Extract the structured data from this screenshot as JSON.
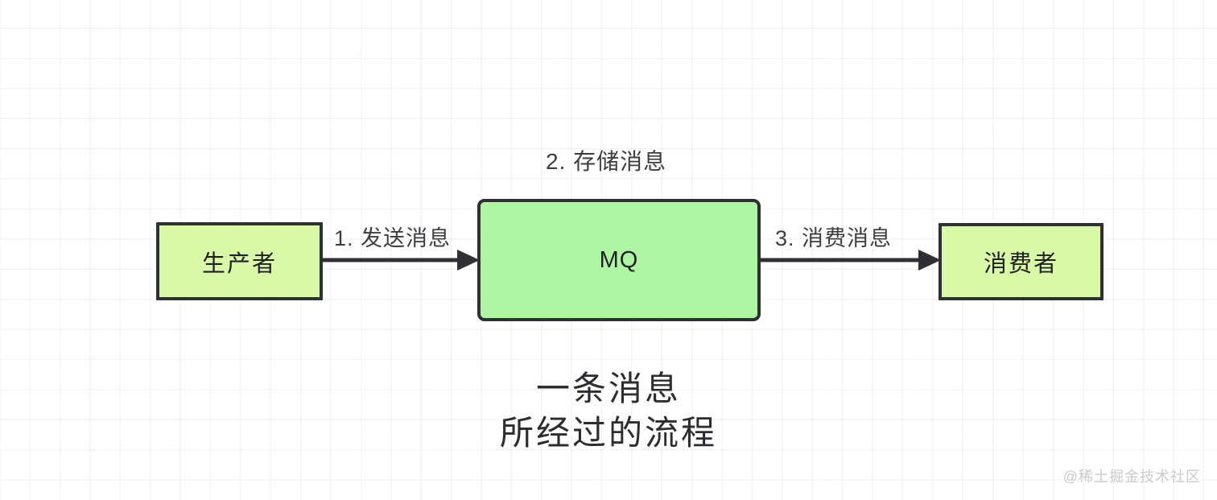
{
  "diagram": {
    "title_caption": {
      "line1": "一条消息",
      "line2": "所经过的流程"
    },
    "nodes": [
      {
        "id": "producer",
        "label": "生产者",
        "fill": "#d9f9a8",
        "stroke": "#2e3033"
      },
      {
        "id": "mq",
        "label": "MQ",
        "fill": "#adf7a3",
        "stroke": "#2e3033"
      },
      {
        "id": "consumer",
        "label": "消费者",
        "fill": "#d9f9a8",
        "stroke": "#2e3033"
      }
    ],
    "edges": [
      {
        "id": "send",
        "label": "1. 发送消息",
        "from": "producer",
        "to": "mq"
      },
      {
        "id": "store",
        "label": "2. 存储消息",
        "from": "mq",
        "to": "mq"
      },
      {
        "id": "consume",
        "label": "3. 消费消息",
        "from": "mq",
        "to": "consumer"
      }
    ],
    "watermark": "@稀土掘金技术社区",
    "colors": {
      "background": "#ffffff",
      "grid_line": "#ececec",
      "text": "#2b2d30",
      "arrow": "#2e3033"
    }
  }
}
